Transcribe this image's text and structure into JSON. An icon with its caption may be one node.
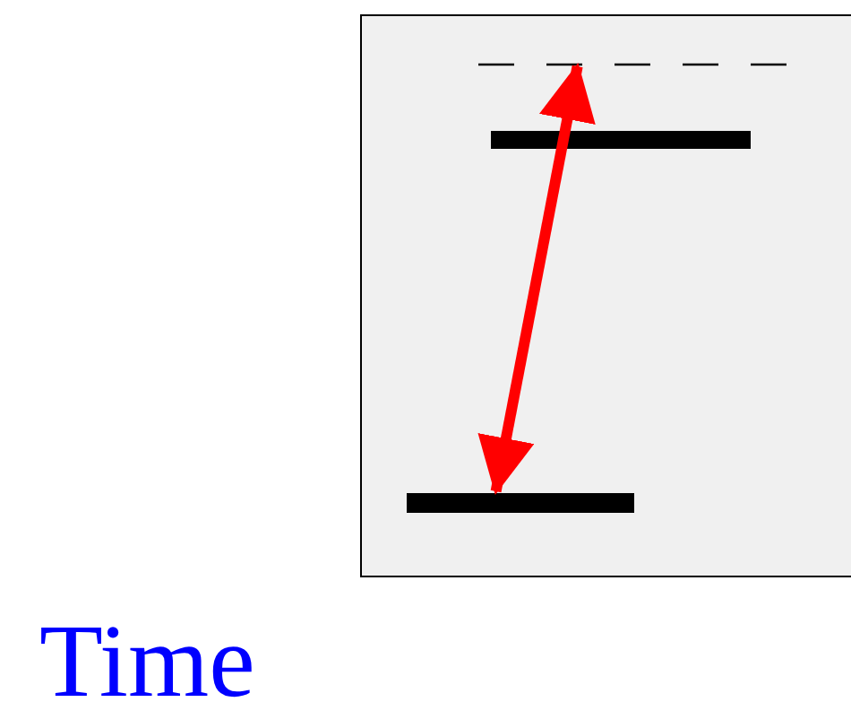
{
  "diagram": {
    "nodes": [
      {
        "text": [],
        "shape": "box"
      },
      {
        "text": [],
        "shape": "bar",
        "in": 0
      },
      {
        "text": [],
        "shape": "bar",
        "in": 0
      },
      {
        "text": [],
        "shape": "bar",
        "in": 0
      }
    ],
    "edges": [
      {
        "from": 1,
        "to": 3,
        "arrow": "both"
      }
    ],
    "labels": [
      "Time"
    ]
  }
}
